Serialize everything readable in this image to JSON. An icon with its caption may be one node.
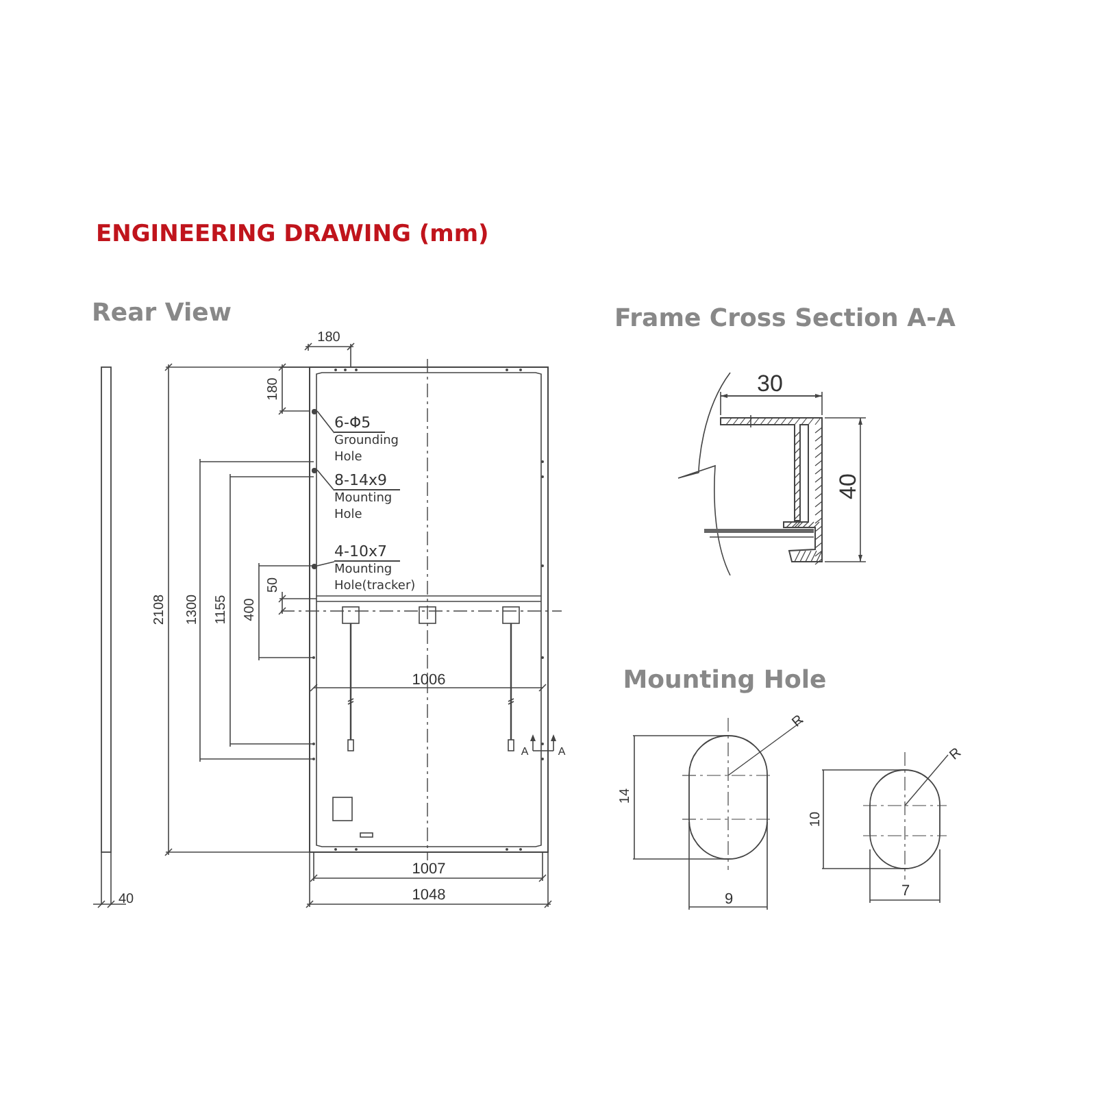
{
  "diagram": {
    "title": "ENGINEERING DRAWING (mm)",
    "nodes": [
      {
        "text": [
          "6-Φ5",
          "Grounding Hole"
        ]
      },
      {
        "text": [
          "8-14x9",
          "Mounting Hole"
        ]
      },
      {
        "text": [
          "4-10x7",
          "Mounting Hole(tracker)"
        ]
      },
      {
        "text": [],
        "shape": "circle"
      },
      {
        "text": [],
        "shape": "circle"
      },
      {
        "text": [],
        "shape": "circle"
      }
    ],
    "edges": [
      {
        "from": 0,
        "to": 3,
        "arrow": "none"
      },
      {
        "from": 1,
        "to": 4,
        "arrow": "none"
      },
      {
        "from": 2,
        "to": 5,
        "arrow": "none"
      }
    ],
    "labels": [
      "Rear View",
      "Frame Cross Section A-A",
      "Mounting Hole",
      "180",
      "180",
      "2108",
      "1300",
      "1155",
      "400",
      "50",
      "1006",
      "1007",
      "40",
      "1048",
      "A",
      "A",
      "30",
      "40",
      "R",
      "14",
      "9",
      "R",
      "10",
      "7"
    ]
  }
}
